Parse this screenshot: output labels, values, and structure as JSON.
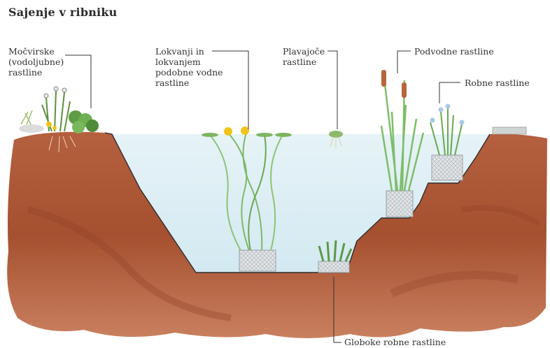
{
  "title": "Sajenje v ribniku",
  "labels": {
    "marsh": "Močvirske\n(vodoljubne)\nrastline",
    "lilies": "Lokvanji in\nlokvanjem\npodobne vodne\nrastline",
    "floating": "Plavajoče\nrastline",
    "submerged": "Podvodne rastline",
    "marginal": "Robne rastline",
    "deep_marginal": "Globoke robne rastline"
  },
  "colors": {
    "soil": "#b75b3a",
    "soil_dark": "#8a3f27",
    "water": "#dceef4",
    "plant_green": "#6aa84f",
    "lily_yellow": "#f2c41a",
    "basket": "#d9d9d9",
    "line": "#333333"
  }
}
